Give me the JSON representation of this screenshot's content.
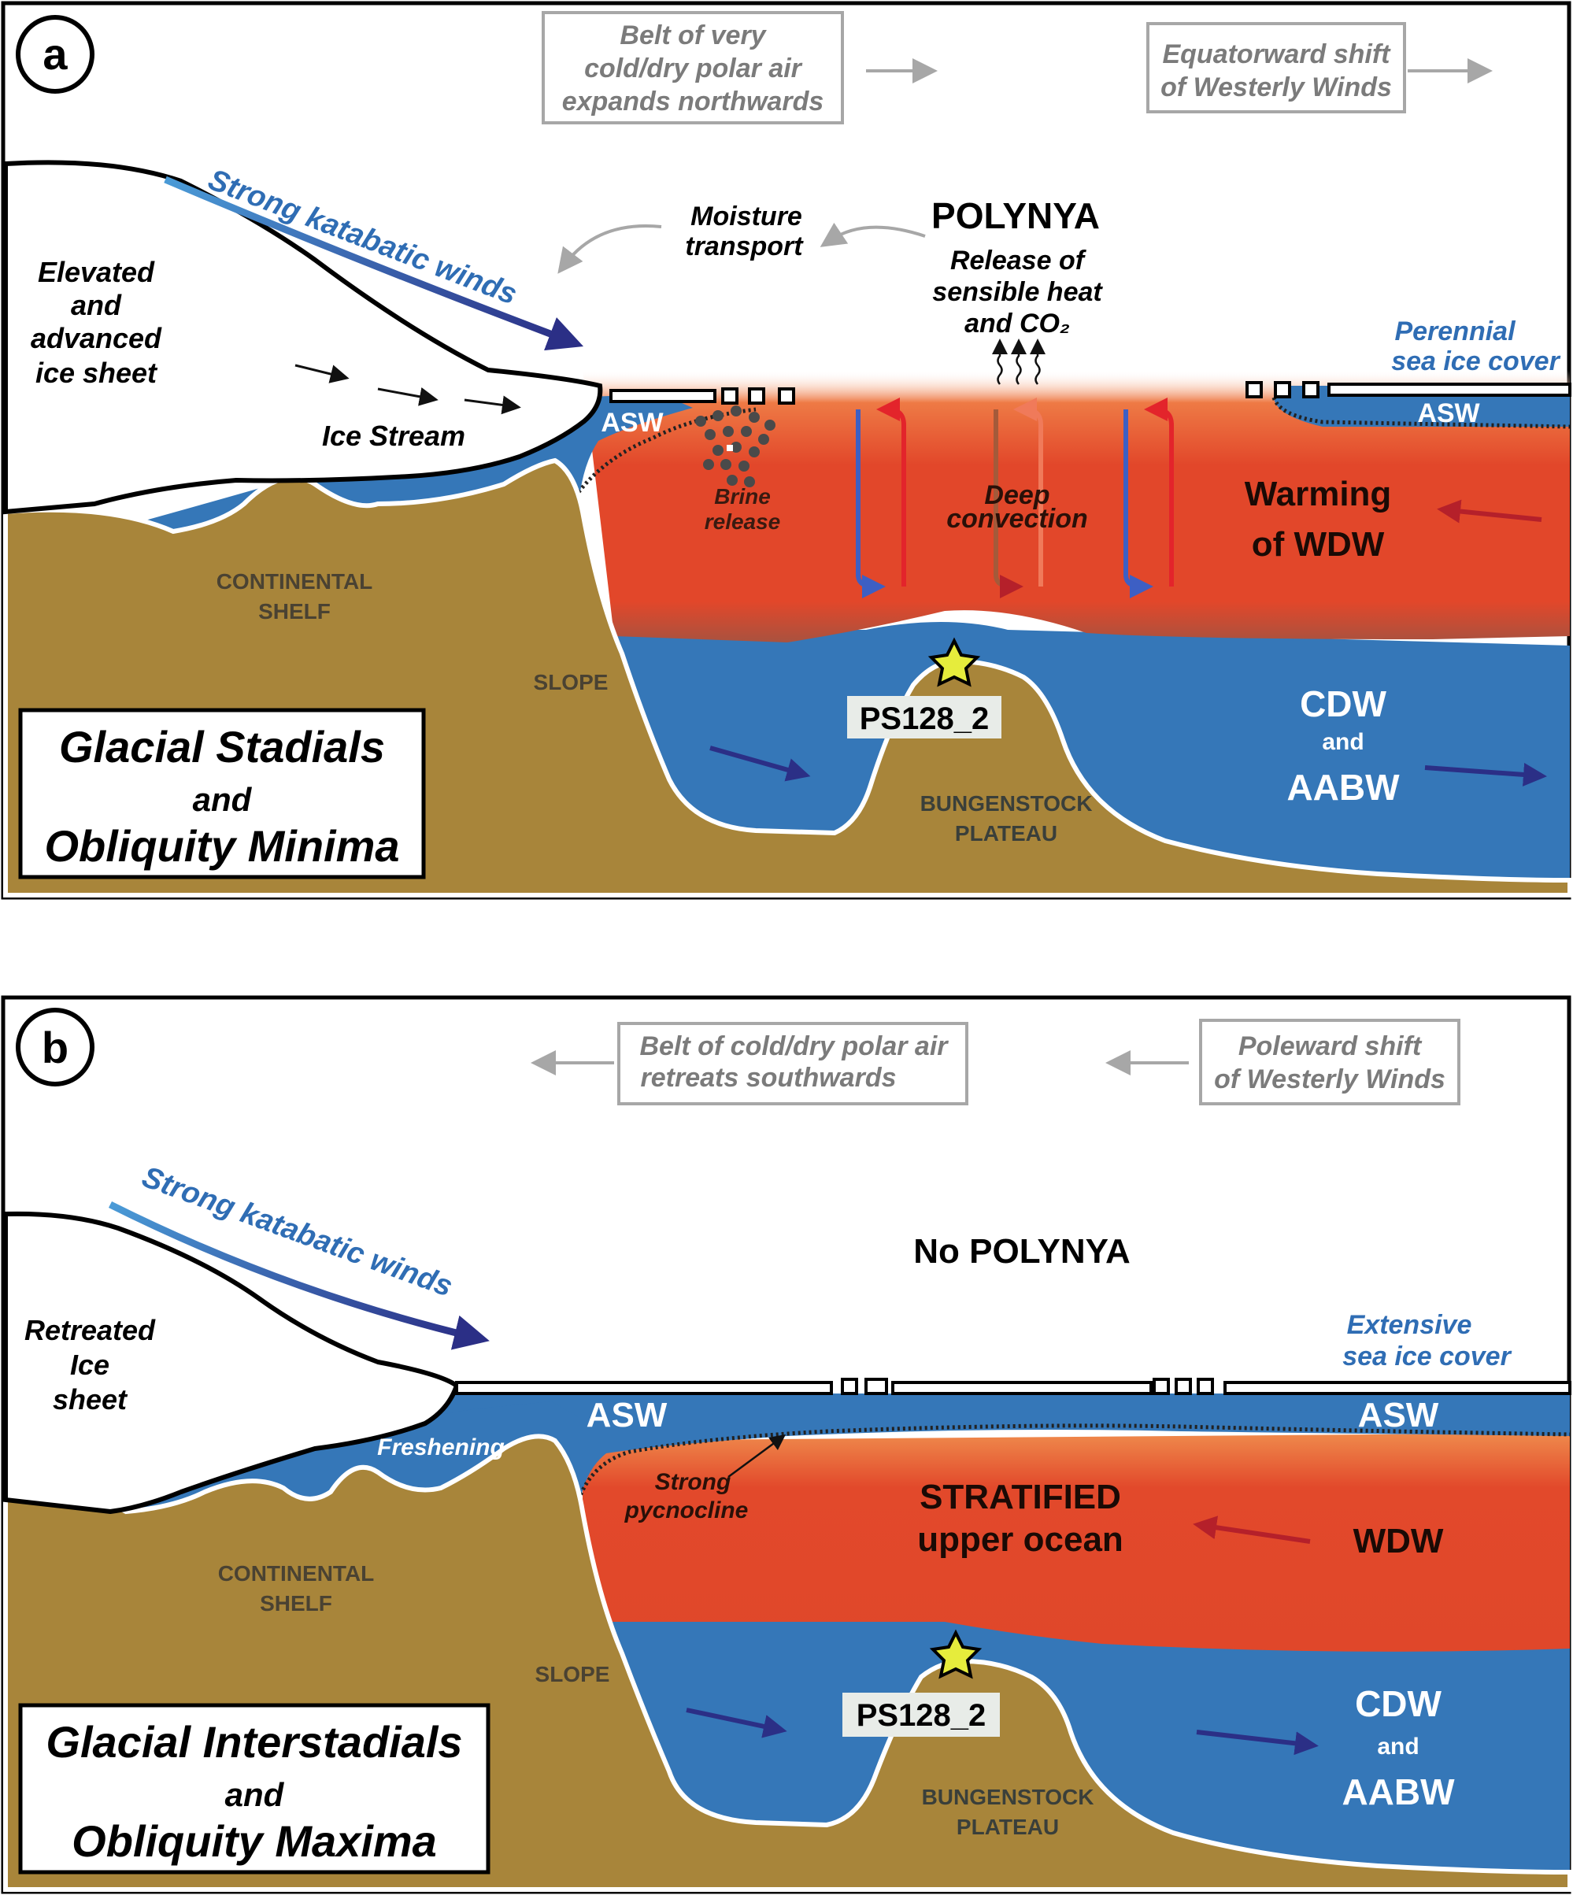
{
  "panels": [
    {
      "letter": "a",
      "top_box_left": [
        "Belt of very",
        "cold/dry polar air",
        "expands northwards"
      ],
      "top_box_right": [
        "Equatorward shift",
        "of Westerly Winds"
      ],
      "katabatic": "Strong katabatic winds",
      "ice_sheet": [
        "Elevated",
        "and",
        "advanced",
        "ice sheet"
      ],
      "ice_stream": "Ice Stream",
      "moisture": [
        "Moisture",
        "transport"
      ],
      "polynya": "POLYNYA",
      "release": [
        "Release of",
        "sensible heat",
        "and CO₂"
      ],
      "sea_ice": [
        "Perennial",
        "sea ice cover"
      ],
      "asw_left": "ASW",
      "asw_right": "ASW",
      "brine": [
        "Brine",
        "release"
      ],
      "convection": [
        "Deep",
        "convection"
      ],
      "wdw": [
        "Warming",
        "of WDW"
      ],
      "shelf": [
        "CONTINENTAL",
        "SHELF"
      ],
      "slope": "SLOPE",
      "site": "PS128_2",
      "plateau": [
        "BUNGENSTOCK",
        "PLATEAU"
      ],
      "cdw": [
        "CDW",
        "and",
        "AABW"
      ],
      "title": [
        "Glacial Stadials",
        "and",
        "Obliquity Minima"
      ]
    },
    {
      "letter": "b",
      "top_box_left": [
        "Belt of cold/dry polar air",
        "retreats southwards"
      ],
      "top_box_right": [
        "Poleward shift",
        "of Westerly Winds"
      ],
      "katabatic": "Strong katabatic winds",
      "ice_sheet": [
        "Retreated",
        "Ice",
        "sheet"
      ],
      "polynya": "No POLYNYA",
      "sea_ice": [
        "Extensive",
        "sea ice cover"
      ],
      "asw_left": "ASW",
      "asw_right": "ASW",
      "freshening": "Freshening",
      "pycnocline": [
        "Strong",
        "pycnocline"
      ],
      "stratified": [
        "STRATIFIED",
        "upper ocean"
      ],
      "wdw": "WDW",
      "shelf": [
        "CONTINENTAL",
        "SHELF"
      ],
      "slope": "SLOPE",
      "site": "PS128_2",
      "plateau": [
        "BUNGENSTOCK",
        "PLATEAU"
      ],
      "cdw": [
        "CDW",
        "and",
        "AABW"
      ],
      "title": [
        "Glacial Interstadials",
        "and",
        "Obliquity Maxima"
      ]
    }
  ],
  "colors": {
    "ocean_blue": "#3577b8",
    "warm_orange": "#e2492b",
    "sediment": "#a8853a",
    "label_blue": "#2f6db4",
    "arrow_navy": "#2b2f86",
    "star": "#e6ec3c",
    "grey_text": "#7b7b7b",
    "dark_text": "#4a4232"
  }
}
